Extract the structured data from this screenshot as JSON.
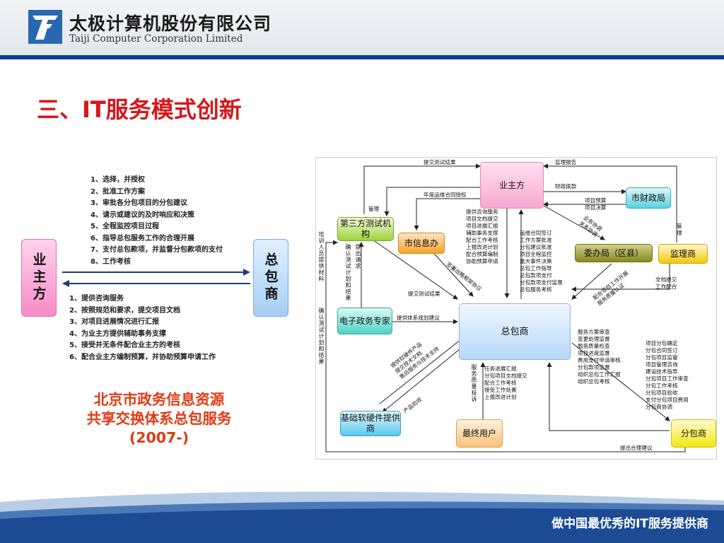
{
  "header": {
    "company_cn": "太极计算机股份有限公司",
    "company_en": "Taiji Computer Corporation Limited"
  },
  "slide": {
    "title": "三、IT服务模式创新"
  },
  "left_diagram": {
    "owner": "业主方",
    "contractor": "总包商",
    "top_list": [
      "1、选择，并授权",
      "2、批准工作方案",
      "3、审批各分包项目的分包建议",
      "4、请示或建议的及时响应和决策",
      "5、全程监控项目过程",
      "6、指导总包服务工作的合理开展",
      "7、支付总包款项，并监督分包款项的支付",
      "8、工作考核"
    ],
    "bottom_list": [
      "1、提供咨询服务",
      "2、按照规范和要求，提交项目文档",
      "3、对项目进展情况进行汇报",
      "4、为业主方提供辅助事务支撑",
      "5、接受并无条件配合业主方的考核",
      "6、配合业主方编制预算，并协助预算申请工作"
    ]
  },
  "caption": {
    "line1": "北京市政务信息资源",
    "line2": "共享交换体系总包服务",
    "line3": "(2007-)"
  },
  "flow": {
    "nodes": {
      "owner": "业主方",
      "finance": "市财政局",
      "third_party": "第三方测试机构",
      "info_office": "市信息办",
      "committee": "委办局（区县）",
      "supervisor": "监理商",
      "egov": "电子政务专家",
      "contractor": "总包商",
      "supplier": "基础软硬件提供商",
      "end_user": "最终用户",
      "sub": "分包商"
    },
    "labels": {
      "submit_test_top": "提交测试结果",
      "supervision_report": "监理报告",
      "fiscal": "财政拨款",
      "annual": "年度运维合同授权",
      "manage_left": "管理",
      "budget": "项目预算\n项目决算",
      "coordination": "业务协调\n关系协调",
      "manage_right": "管理",
      "owner_services": "提供咨询服务\n项目文档提交\n项目进展汇报\n辅助事务支撑\n配合工作考核\n上报改进计划\n配合预算编制\n协助预算申请",
      "owner_duties": "运维合同签订\n工作方案批准\n分包建议批准\n项目全程监控\n重大事件决策\n总包工作指导\n总包款项支付\n分包款项支付监督\n总包服务考核",
      "strategic": "签署战略框架协议",
      "submit_test_mid": "提交测试结果",
      "training": "培训人员提供材料",
      "confirm_left": "确认测试计划和结果",
      "confirm_right": "确认测试计划和结果",
      "request": "提出请求",
      "egov_advice": "提供体系规划建议",
      "cooperate": "配合项目工作开展\n服务质量认证",
      "doc_submit": "文档提交\n工作配合",
      "supplier_services": "提供软硬件产品\n提交技术文档\n售后服务与技术支持",
      "acceptance": "产品验收",
      "complaint": "服务质量投诉",
      "user_tasks": "任务进展汇报\n分包项目文档提交\n配合工作考核\n接受工作处置\n上报改进计划",
      "supervisor_tasks": "服务方案审查\n变更处理监督\n服务质量检查\n项目进度监督\n费用支付申请审核\n分包款项监督\n组织总包工作汇报\n组织总包考核",
      "sub_tasks": "项目分包确定\n分包合同签订\n分包项目监管\n项目管理咨询\n建设技术指导\n分包项目工作审查\n分包工作考核\n分包项目验收\n支付分包项目费用\n分包商协调",
      "suggestion": "提出合理建议"
    }
  },
  "footer": {
    "slogan": "做中国最优秀的IT服务提供商"
  },
  "colors": {
    "title_red": "#d7161b",
    "brand_blue": "#0b3f8c",
    "caption_orange": "#e03a12"
  },
  "icons": {
    "logo": "taiji-logo-icon"
  }
}
